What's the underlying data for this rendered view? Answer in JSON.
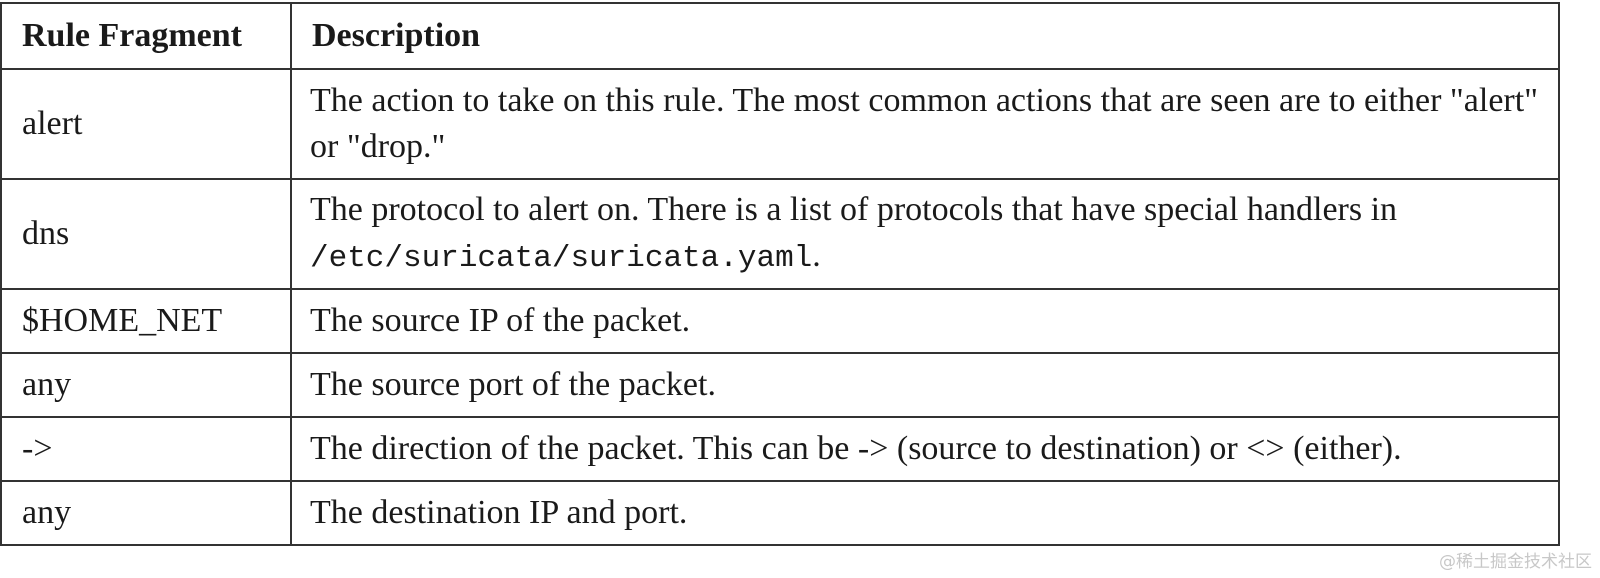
{
  "table": {
    "headers": [
      "Rule Fragment",
      "Description"
    ],
    "rows": [
      {
        "fragment": "alert",
        "description": "The action to take on this rule. The most common actions that are seen are to either \"alert\" or \"drop.\""
      },
      {
        "fragment": "dns",
        "description_prefix": "The protocol to alert on. There is a list of protocols that have special handlers in ",
        "description_code": "/etc/suricata/suricata.yaml",
        "description_suffix": "."
      },
      {
        "fragment": "$HOME_NET",
        "description": "The source IP of the packet."
      },
      {
        "fragment": "any",
        "description": "The source port of the packet."
      },
      {
        "fragment": "->",
        "description": "The direction of the packet. This can be -> (source to destination) or <> (either)."
      },
      {
        "fragment": "any",
        "description": "The destination IP and port."
      }
    ]
  },
  "watermark": "@稀土掘金技术社区"
}
